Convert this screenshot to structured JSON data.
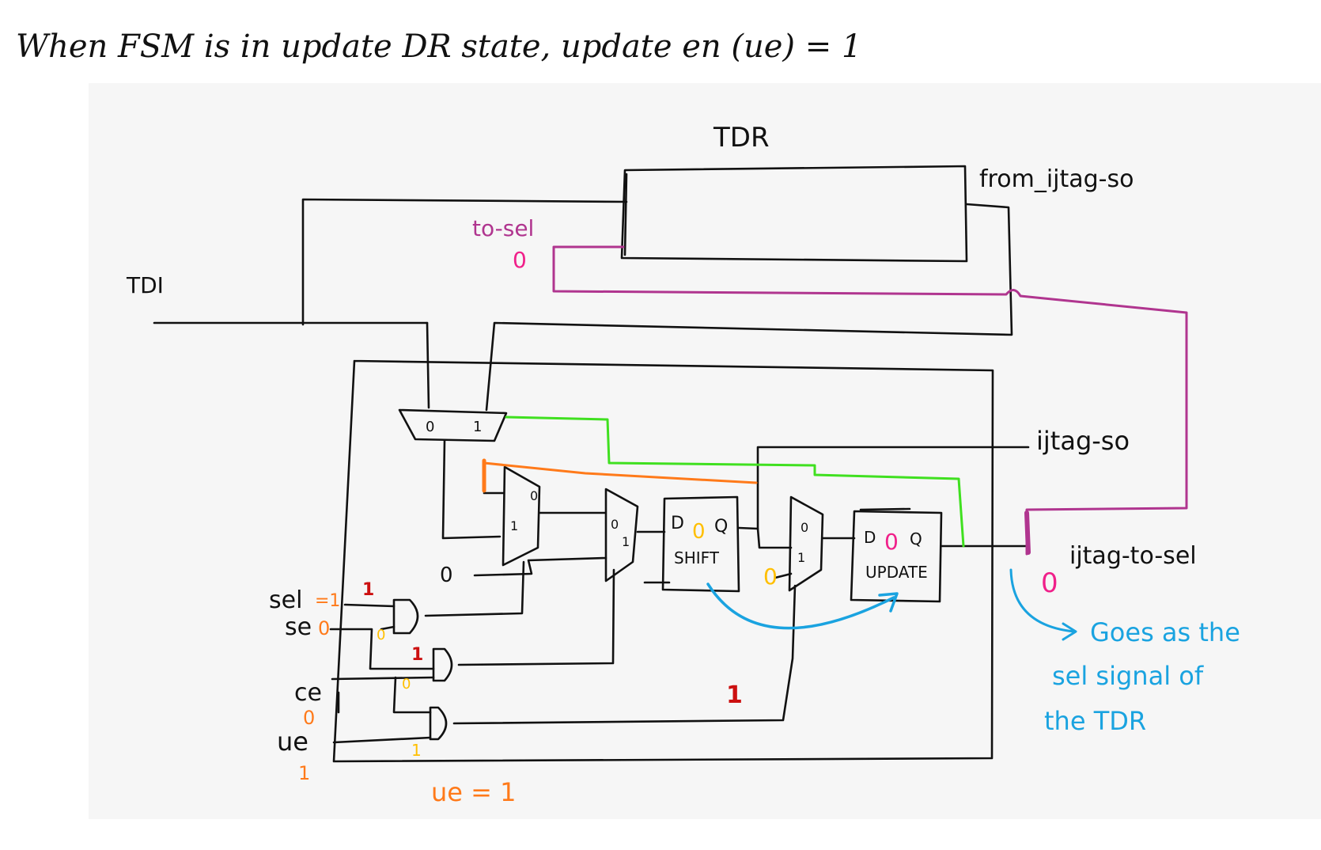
{
  "title": "When  FSM is in update DR state, update en (ue) = 1",
  "colors": {
    "background": "#ffffff",
    "panel": "#f6f6f6",
    "ink": "#111111",
    "magenta": "#b0358f",
    "green": "#40e020",
    "orange": "#ff7a1a",
    "yellow": "#ffbf00",
    "red": "#cc1010",
    "pink": "#f0208a",
    "blue": "#1aa3e0"
  },
  "labels": {
    "tdr": "TDR",
    "from_ijtag_so": "from_ijtag-so",
    "tdi": "TDI",
    "to_sel": "to-sel",
    "to_sel_value": "0",
    "ijtag_so": "ijtag-so",
    "ijtag_to_sel": "ijtag-to-sel",
    "ijtag_to_sel_value": "0",
    "annotation": [
      "Goes as the",
      "sel signal of",
      "the TDR"
    ],
    "ue_eq": "ue = 1"
  },
  "mux_top": {
    "in0": "0",
    "in1": "1"
  },
  "mux_a": {
    "in0": "0",
    "in1": "1"
  },
  "mux_b": {
    "in0": "0",
    "in1": "1"
  },
  "mux_c": {
    "in0": "0",
    "in1": "1"
  },
  "zero_input": "0",
  "flops": {
    "shift": {
      "d": "D",
      "q": "Q",
      "name": "SHIFT",
      "value": "0"
    },
    "update": {
      "d": "D",
      "q": "Q",
      "name": "UPDATE",
      "value": "0"
    }
  },
  "inputs": {
    "sel": {
      "label": "sel",
      "value": "=1"
    },
    "se": {
      "label": "se",
      "value": "0"
    },
    "ce": {
      "label": "ce",
      "value": "0"
    },
    "ue": {
      "label": "ue",
      "value": "1"
    }
  },
  "signal_values": {
    "sel_mark": "1",
    "and1_out": "0",
    "and2_in": "1",
    "and2_in_b": "0",
    "and3_in": "1",
    "update_mux_sel": "1",
    "update_mux_in": "0"
  }
}
